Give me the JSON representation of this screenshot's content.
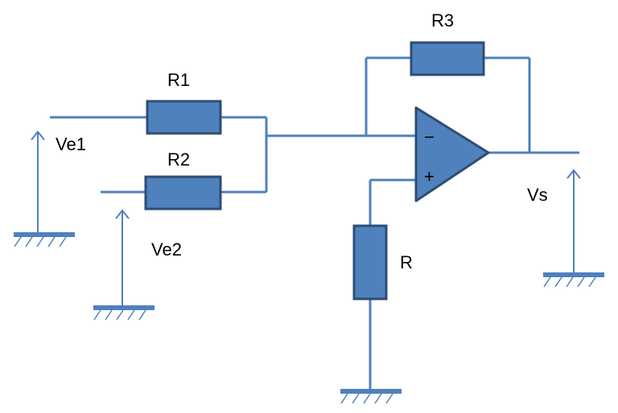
{
  "diagram": {
    "labels": {
      "r1": "R1",
      "r2": "R2",
      "r3": "R3",
      "r": "R",
      "ve1": "Ve1",
      "ve2": "Ve2",
      "vs": "Vs"
    },
    "opamp": {
      "inverting_sign": "−",
      "noninverting_sign": "+"
    },
    "colors": {
      "wire": "#4f81bd",
      "component_fill": "#4f81bd",
      "component_stroke": "#2c4d75"
    }
  }
}
